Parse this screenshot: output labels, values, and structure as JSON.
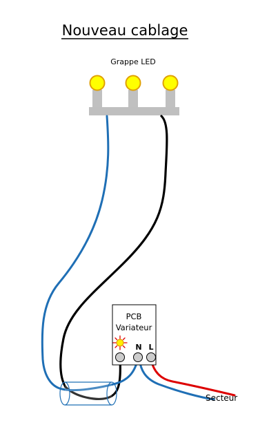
{
  "title": "Nouveau cablage",
  "led_cluster": {
    "label": "Grappe LED",
    "led_count": 3,
    "led_color": "#ffff00",
    "led_outline": "#e0a000",
    "stem_color": "#c0c0c0"
  },
  "pcb": {
    "line1": "PCB",
    "line2": "Variateur",
    "terminals": [
      "N",
      "L"
    ]
  },
  "mains_label": "Secteur",
  "colors": {
    "wire_blue": "#1f6fb5",
    "wire_black": "#000000",
    "wire_red": "#dd0000",
    "bar": "#bfbfbf",
    "connector_fill": "#cccccc",
    "tube_stroke": "#1f6fb5"
  }
}
